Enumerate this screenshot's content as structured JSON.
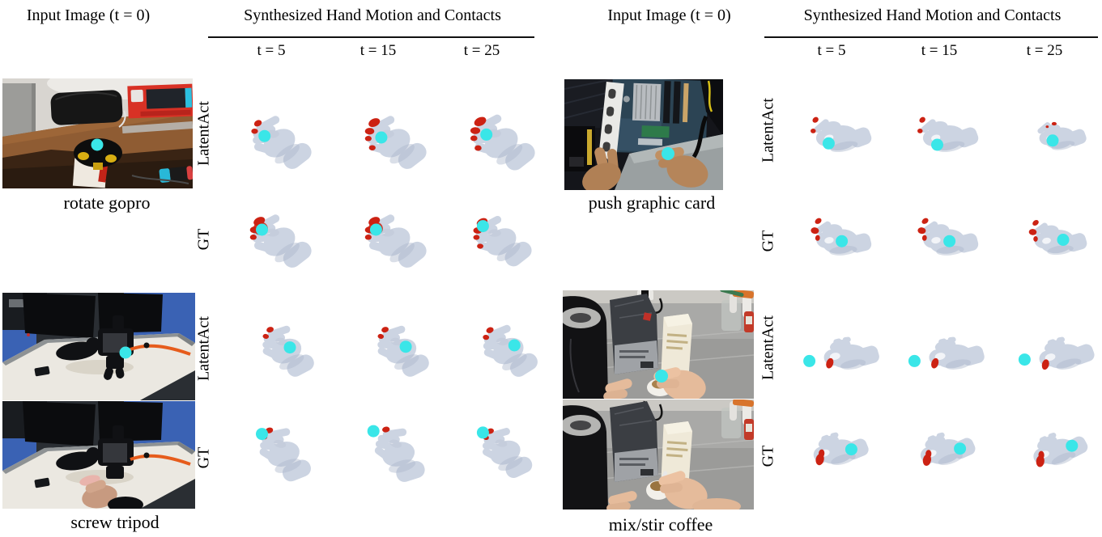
{
  "colors": {
    "hand": "#ccd4e2",
    "hand_shade": "#aeb8cd",
    "hole": "#f2f4f8",
    "contact_red": "#cc2213",
    "target_cyan": "#3ae6e8"
  },
  "panels": [
    {
      "input_header": "Input Image (t = 0)",
      "synth_header": "Synthesized Hand Motion and Contacts",
      "time_labels": [
        "t = 5",
        "t = 15",
        "t = 25"
      ],
      "examples": [
        {
          "caption": "rotate gopro",
          "photos": [
            "desk-gopro-scene"
          ],
          "rows": [
            {
              "label": "LatentAct",
              "cells": [
                {
                  "pose": "pinch",
                  "red": "tips-light",
                  "dot": [
                    0.34,
                    0.4
                  ],
                  "cx": 0.5
                },
                {
                  "pose": "pinch",
                  "red": "tips-heavy",
                  "dot": [
                    0.36,
                    0.42
                  ],
                  "cx": 0.5
                },
                {
                  "pose": "pinch",
                  "red": "tips-heavy",
                  "dot": [
                    0.34,
                    0.38
                  ],
                  "cx": 0.5,
                  "scale": 1.05
                }
              ]
            },
            {
              "label": "GT",
              "cells": [
                {
                  "pose": "pinch",
                  "red": "tips-full",
                  "dot": [
                    0.31,
                    0.33
                  ],
                  "cx": 0.5
                },
                {
                  "pose": "pinch",
                  "red": "tips-full",
                  "dot": [
                    0.3,
                    0.33
                  ],
                  "cx": 0.5
                },
                {
                  "pose": "pinch",
                  "red": "tips-heavy",
                  "dot": [
                    0.3,
                    0.28
                  ],
                  "cx": 0.5,
                  "scale": 0.95
                }
              ]
            }
          ]
        },
        {
          "caption": "screw tripod",
          "photos": [
            "tripod-scene-with-target",
            "tripod-scene-with-hand"
          ],
          "rows": [
            {
              "label": "LatentAct",
              "cells": [
                {
                  "pose": "pinch",
                  "rot": 10,
                  "scale": 0.92,
                  "red": "tips-light",
                  "dot": [
                    0.63,
                    0.45
                  ],
                  "cx": 0.58
                },
                {
                  "pose": "pinch",
                  "rot": 10,
                  "scale": 0.92,
                  "red": "tips-light",
                  "dot": [
                    0.64,
                    0.44
                  ],
                  "cx": 0.58
                },
                {
                  "pose": "pinch",
                  "rot": 6,
                  "scale": 0.95,
                  "red": "tips-light",
                  "dot": [
                    0.66,
                    0.42
                  ],
                  "cx": 0.58
                }
              ]
            },
            {
              "label": "GT",
              "cells": [
                {
                  "pose": "pinch",
                  "rot": 16,
                  "scale": 0.95,
                  "cy": 0.56,
                  "red": "tips-light",
                  "dot": [
                    0.31,
                    0.28
                  ]
                },
                {
                  "pose": "pinch",
                  "rot": 20,
                  "scale": 0.95,
                  "cy": 0.56,
                  "red": "tip-one",
                  "dot": [
                    0.27,
                    0.24
                  ]
                },
                {
                  "pose": "pinch",
                  "rot": 12,
                  "scale": 0.9,
                  "cy": 0.54,
                  "red": "tips-light",
                  "dot": [
                    0.3,
                    0.26
                  ]
                }
              ]
            }
          ]
        }
      ]
    },
    {
      "input_header": "Input Image (t = 0)",
      "synth_header": "Synthesized Hand Motion and Contacts",
      "time_labels": [
        "t = 5",
        "t = 15",
        "t = 25"
      ],
      "examples": [
        {
          "caption": "push graphic card",
          "photos": [
            "motherboard-scene"
          ],
          "rows": [
            {
              "label": "LatentAct",
              "cells": [
                {
                  "pose": "grip",
                  "red": "thumb",
                  "dot": [
                    0.42,
                    0.56
                  ]
                },
                {
                  "pose": "grip",
                  "red": "thumb",
                  "dot": [
                    0.44,
                    0.58
                  ]
                },
                {
                  "pose": "grip",
                  "scale": 0.85,
                  "red": "top-small",
                  "dot": [
                    0.5,
                    0.52
                  ],
                  "cx": 0.58
                }
              ]
            },
            {
              "label": "GT",
              "cells": [
                {
                  "pose": "grip",
                  "rot": 6,
                  "red": "thumb-heavy",
                  "dot": [
                    0.57,
                    0.48
                  ]
                },
                {
                  "pose": "grip",
                  "rot": 6,
                  "red": "thumb-heavy",
                  "dot": [
                    0.58,
                    0.48
                  ]
                },
                {
                  "pose": "grip",
                  "rot": 4,
                  "scale": 0.95,
                  "red": "thumb-heavy",
                  "dot": [
                    0.62,
                    0.46
                  ]
                }
              ]
            }
          ]
        },
        {
          "caption": "mix/stir coffee",
          "photos": [
            "coffee-scene-with-target",
            "coffee-scene-with-hand"
          ],
          "rows": [
            {
              "label": "LatentAct",
              "cells": [
                {
                  "pose": "grip2",
                  "red": "side",
                  "dot": [
                    0.2,
                    0.55
                  ],
                  "cx": 0.64
                },
                {
                  "pose": "grip2",
                  "red": "side",
                  "dot": [
                    0.18,
                    0.55
                  ],
                  "cx": 0.62
                },
                {
                  "pose": "grip2",
                  "red": "side",
                  "dot": [
                    0.18,
                    0.53
                  ],
                  "cx": 0.62,
                  "rot": -4
                }
              ]
            },
            {
              "label": "GT",
              "cells": [
                {
                  "pose": "grip2",
                  "red": "side-heavy",
                  "dot": [
                    0.68,
                    0.45
                  ],
                  "rot": -6,
                  "cx": 0.52
                },
                {
                  "pose": "grip2",
                  "red": "side-heavy",
                  "dot": [
                    0.7,
                    0.44
                  ],
                  "rot": -8,
                  "cx": 0.52
                },
                {
                  "pose": "grip2",
                  "red": "side-heavy",
                  "dot": [
                    0.72,
                    0.4
                  ],
                  "rot": -12,
                  "cx": 0.55
                }
              ]
            }
          ]
        }
      ]
    }
  ]
}
